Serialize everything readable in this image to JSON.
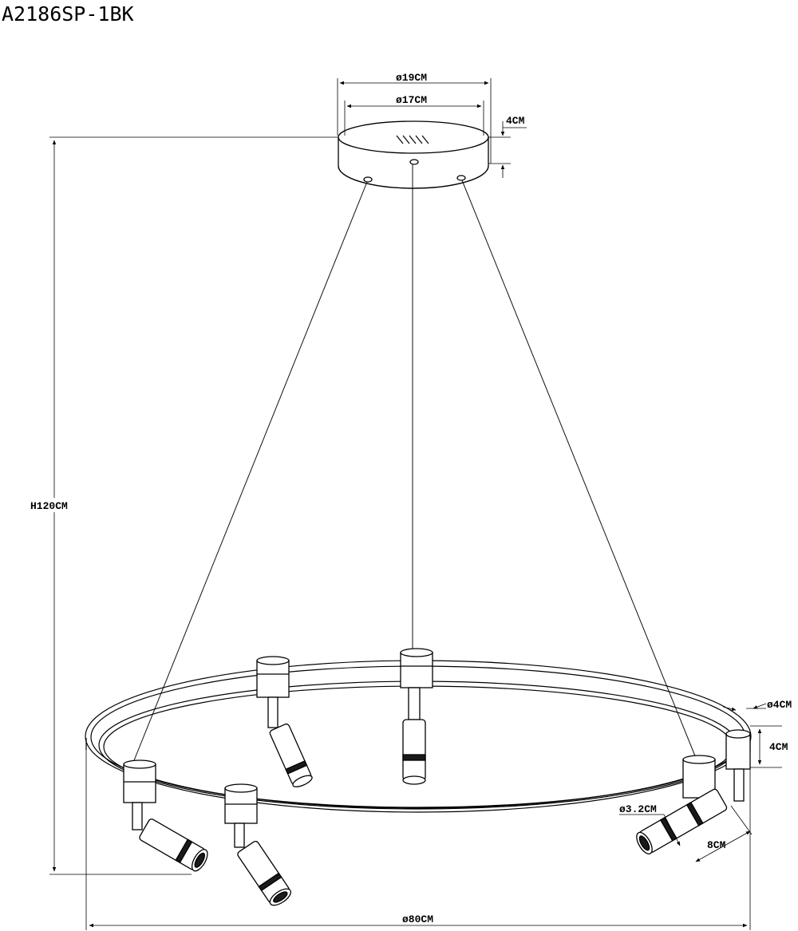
{
  "model_code": "A2186SP-1BK",
  "dimensions": {
    "canopy_outer_diameter": "ø19CM",
    "canopy_inner_diameter": "ø17CM",
    "canopy_height": "4CM",
    "total_height": "H120CM",
    "ring_tube_diameter": "ø4CM",
    "ring_height": "4CM",
    "spot_diameter": "ø3.2CM",
    "spot_length": "8CM",
    "ring_diameter": "ø80CM"
  }
}
